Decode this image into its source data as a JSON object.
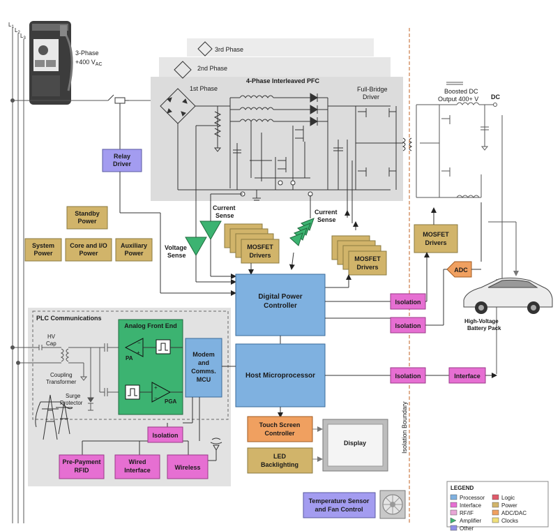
{
  "mains": {
    "l1": "L",
    "l1_sub": "1",
    "l2": "L",
    "l2_sub": "2",
    "l3": "L",
    "l3_sub": "3",
    "phase_label": "3-Phase",
    "voltage_label": "+400 V",
    "voltage_sub": "AC"
  },
  "phases": {
    "third": "3rd Phase",
    "second": "2nd Phase",
    "first": "1st Phase"
  },
  "pfc": {
    "title": "4-Phase Interleaved PFC",
    "full_bridge_1": "Full-Bridge",
    "full_bridge_2": "Driver"
  },
  "output": {
    "boosted_1": "Boosted DC",
    "boosted_2": "Output 400+ V",
    "dc": "DC"
  },
  "blocks": {
    "relay_driver_1": "Relay",
    "relay_driver_2": "Driver",
    "standby_1": "Standby",
    "standby_2": "Power",
    "system_1": "System",
    "system_2": "Power",
    "core_1": "Core and I/O",
    "core_2": "Power",
    "aux_1": "Auxiliary",
    "aux_2": "Power",
    "mosfet_a_1": "MOSFET",
    "mosfet_a_2": "Drivers",
    "mosfet_b_1": "MOSFET",
    "mosfet_b_2": "Drivers",
    "mosfet_c_1": "MOSFET",
    "mosfet_c_2": "Drivers",
    "adc": "ADC",
    "dpc_1": "Digital Power",
    "dpc_2": "Controller",
    "host": "Host Microprocessor",
    "iso1": "Isolation",
    "iso2": "Isolation",
    "iso3": "Isolation",
    "iso4": "Isolation",
    "interface": "Interface",
    "afe": "Analog Front End",
    "modem_1": "Modem",
    "modem_2": "and",
    "modem_3": "Comms.",
    "modem_4": "MCU",
    "pa": "PA",
    "pga": "PGA",
    "touch_1": "Touch Screen",
    "touch_2": "Controller",
    "led_1": "LED",
    "led_2": "Backlighting",
    "display": "Display",
    "prepay_1": "Pre-Payment",
    "prepay_2": "RFID",
    "wired_1": "Wired",
    "wired_2": "Interface",
    "wireless": "Wireless",
    "temp_1": "Temperature Sensor",
    "temp_2": "and Fan Control"
  },
  "labels": {
    "current_sense_a_1": "Current",
    "current_sense_a_2": "Sense",
    "current_sense_b_1": "Current",
    "current_sense_b_2": "Sense",
    "voltage_sense_1": "Voltage",
    "voltage_sense_2": "Sense",
    "plc": "PLC Communications",
    "hv_cap_1": "HV",
    "hv_cap_2": "Cap",
    "coupling_1": "Coupling",
    "coupling_2": "Transformer",
    "surge_1": "Surge",
    "surge_2": "Protector",
    "iso_boundary": "Isolation Boundary",
    "battery_1": "High-Voltage",
    "battery_2": "Battery Pack"
  },
  "legend": {
    "title": "LEGEND",
    "items": [
      {
        "label": "Processor",
        "color": "#7fb1e0"
      },
      {
        "label": "Logic",
        "color": "#e05a6a"
      },
      {
        "label": "Interface",
        "color": "#e66fd2"
      },
      {
        "label": "Power",
        "color": "#d1b46a"
      },
      {
        "label": "RF/IF",
        "color": "#e8a6d6"
      },
      {
        "label": "ADC/DAC",
        "color": "#f0a060"
      },
      {
        "label": "Amplifier",
        "color": "#3cb371"
      },
      {
        "label": "Clocks",
        "color": "#f0e07a"
      },
      {
        "label": "Other",
        "color": "#8e8ee6"
      }
    ]
  },
  "colors": {
    "processor": "#7fb1e0",
    "interface": "#e66fd2",
    "power": "#d1b46a",
    "adc": "#f0a060",
    "amplifier": "#3cb371",
    "other": "#a39cf0",
    "panel": "#e2e2e2"
  }
}
